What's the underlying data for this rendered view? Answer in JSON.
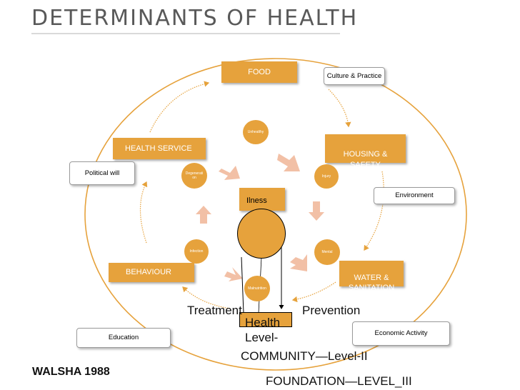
{
  "title": "DETERMINANTS OF HEALTH",
  "cycle": {
    "food": "FOOD",
    "housing": "HOUSING &\nSAFETY",
    "water": "WATER &\nSANITATION",
    "behaviour": "BEHAVIOUR",
    "health_service": "HEALTH SERVICE"
  },
  "inner": {
    "top": "Unhealthy",
    "right_upper": "Injury",
    "right_lower": "Mental",
    "bottom": "Malnutrition",
    "left_lower": "Infection",
    "left_upper": "Degenerati\non"
  },
  "side_labels": {
    "culture": "Culture & Practice",
    "environment": "Environment",
    "economic": "Economic Activity",
    "education": "Education",
    "political": "Political will"
  },
  "center": {
    "illness": "Ilness",
    "treatment": "Treatment",
    "prevention": "Prevention",
    "health_level": "Health\nLevel-",
    "community": "COMMUNITY—Level-II",
    "foundation": "FOUNDATION—LEVEL_III"
  },
  "citation": "WALSHA 1988",
  "colors": {
    "orange": "#e6a23c",
    "arrow_pink": "#f2c0a6",
    "title_gray": "#595959",
    "outline_orange": "#e6a23c"
  }
}
